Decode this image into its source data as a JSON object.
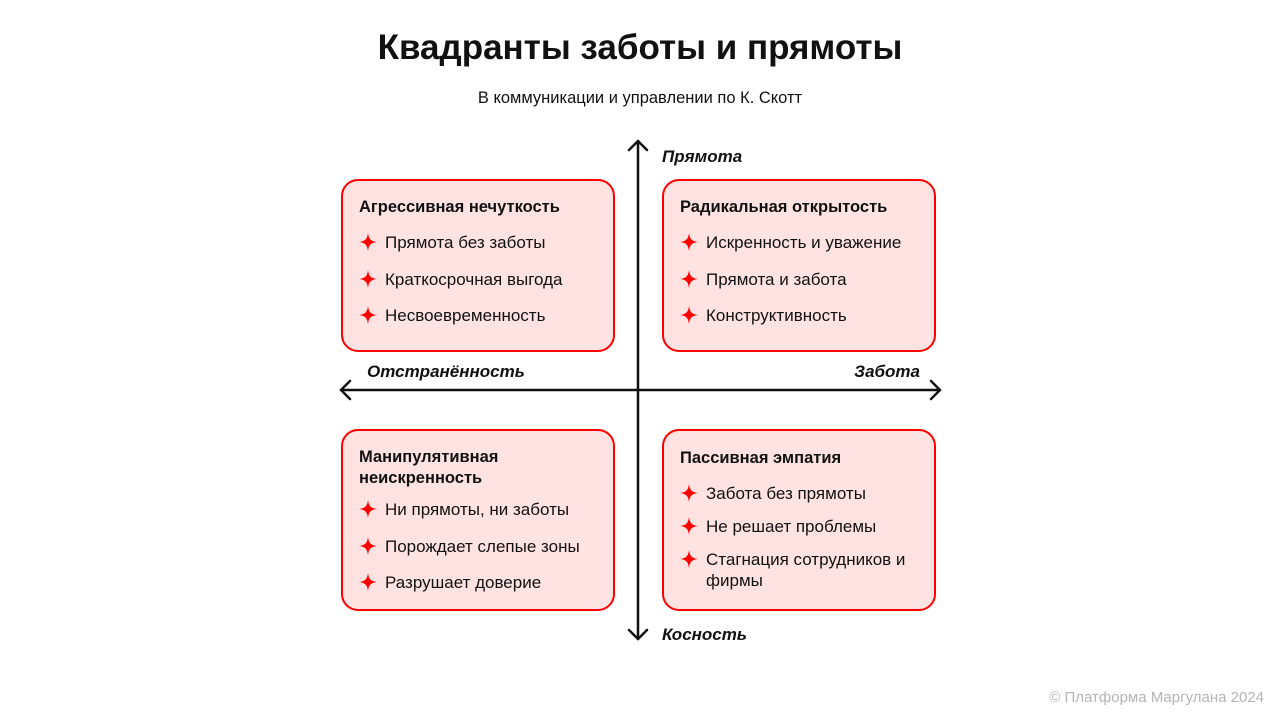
{
  "title": "Квадранты заботы и прямоты",
  "subtitle": "В коммуникации и управлении по К. Скотт",
  "axes": {
    "top": "Прямота",
    "bottom": "Косность",
    "left": "Отстранённость",
    "right": "Забота"
  },
  "quadrants": [
    {
      "title": "Агрессивная нечуткость",
      "items": [
        "Прямота без заботы",
        "Краткосрочная выгода",
        "Несвоевременность"
      ]
    },
    {
      "title": "Радикальная открытость",
      "items": [
        "Искренность и уважение",
        "Прямота и забота",
        "Конструктивность"
      ]
    },
    {
      "title": "Манипулятивная неискренность",
      "items": [
        "Ни прямоты, ни заботы",
        "Порождает слепые зоны",
        "Разрушает доверие"
      ]
    },
    {
      "title": "Пассивная эмпатия",
      "items": [
        "Забота без прямоты",
        "Не решает проблемы",
        "Стагнация сотрудников и фирмы"
      ]
    }
  ],
  "footer": "© Платформа Маргулана 2024",
  "colors": {
    "accent": "#ff0000",
    "box_fill": "#ffe2e2"
  }
}
